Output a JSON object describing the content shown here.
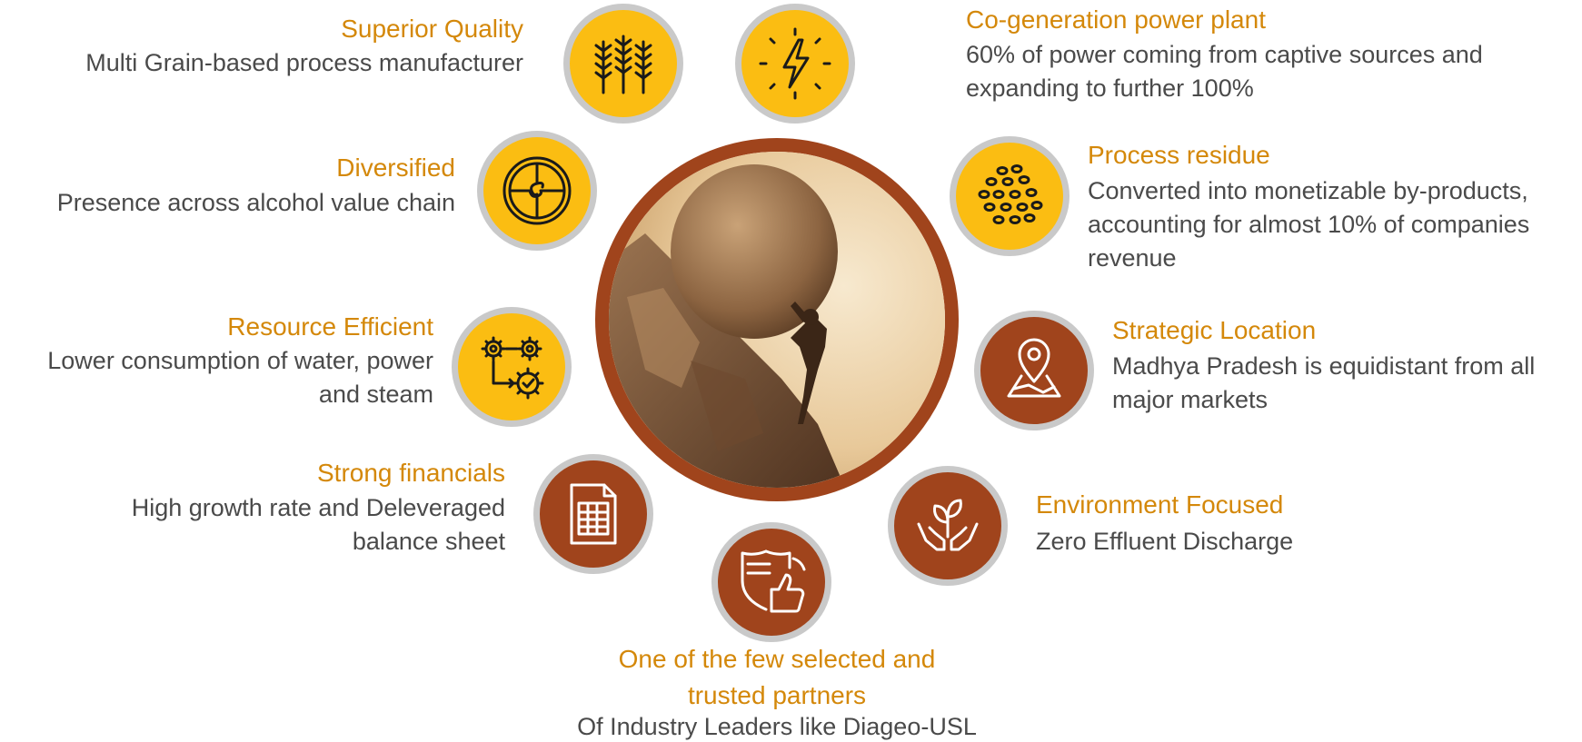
{
  "colors": {
    "accent_orange": "#d4880a",
    "icon_yellow": "#fbbd12",
    "icon_brown": "#a0441c",
    "ring_grey": "#c9c9c9",
    "text_grey": "#4a4a4a"
  },
  "center_image": {
    "icon": "sisyphus-boulder-image"
  },
  "items": [
    {
      "title": "Superior Quality",
      "desc": "Multi Grain-based process manufacturer",
      "icon": "wheat-icon",
      "fill": "yellow"
    },
    {
      "title": "Co-generation power plant",
      "desc": "60% of power coming from captive sources and expanding to further 100%",
      "icon": "lightning-icon",
      "fill": "yellow"
    },
    {
      "title": "Diversified",
      "desc": "Presence across alcohol value chain",
      "icon": "puzzle-icon",
      "fill": "yellow"
    },
    {
      "title": "Process residue",
      "desc": "Converted into monetizable by-products, accounting for almost 10% of companies revenue",
      "icon": "grains-icon",
      "fill": "yellow"
    },
    {
      "title": "Resource Efficient",
      "desc": "Lower consumption of water, power and steam",
      "icon": "gears-icon",
      "fill": "yellow"
    },
    {
      "title": "Strategic Location",
      "desc": "Madhya Pradesh is equidistant from all major markets",
      "icon": "map-pin-icon",
      "fill": "brown"
    },
    {
      "title": "Strong financials",
      "desc": "High growth rate and Deleveraged balance sheet",
      "icon": "spreadsheet-icon",
      "fill": "brown"
    },
    {
      "title": "Environment Focused",
      "desc": "Zero Effluent Discharge",
      "icon": "hands-plant-icon",
      "fill": "brown"
    },
    {
      "title": "One of the few selected and trusted partners",
      "desc": "Of Industry Leaders like Diageo-USL",
      "icon": "shield-thumbs-up-icon",
      "fill": "brown"
    }
  ]
}
